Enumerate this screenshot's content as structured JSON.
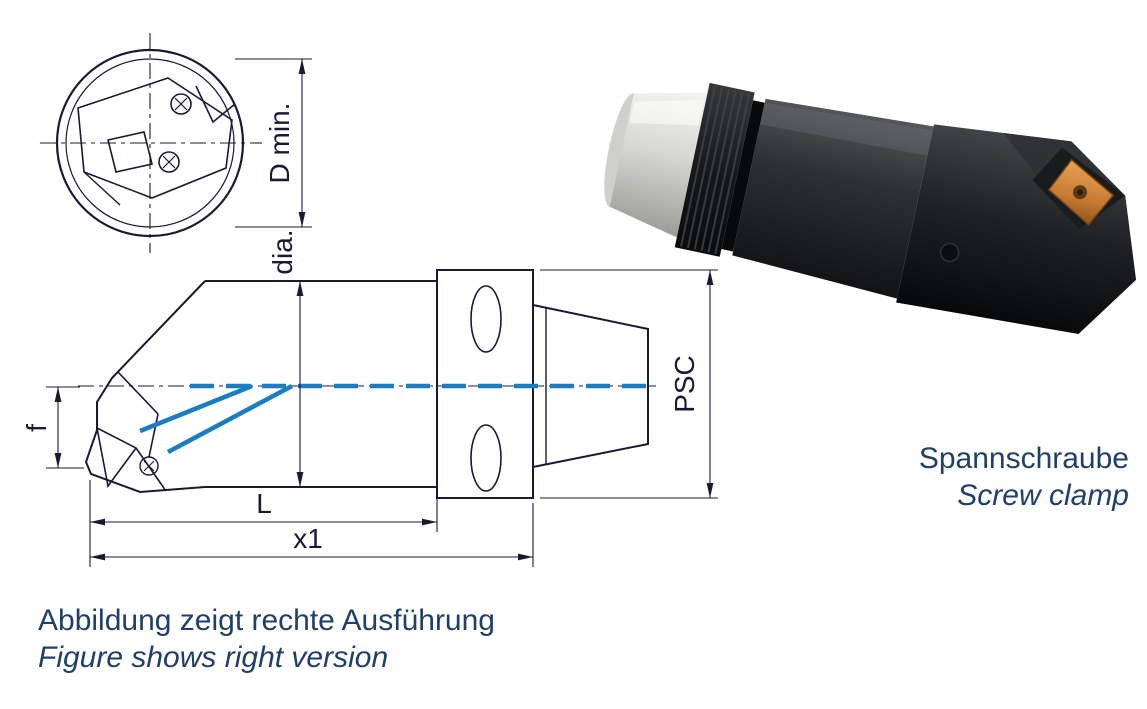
{
  "document": {
    "kind": "tool-catalog technical drawing with product photo"
  },
  "drawing": {
    "dimension_labels": {
      "d_min": "D min.",
      "dia": "dia.",
      "f": "f",
      "length": "L",
      "x1": "x1",
      "psc": "PSC"
    }
  },
  "captions": {
    "note_de": "Abbildung zeigt rechte Ausführung",
    "note_en": "Figure shows right version",
    "part_de": "Spannschraube",
    "part_en": "Screw clamp"
  },
  "colors": {
    "drawing_line": "#191935",
    "coolant_blue": "#187dc1",
    "caption_text": "#204069",
    "insert_orange": "#c87a32"
  }
}
